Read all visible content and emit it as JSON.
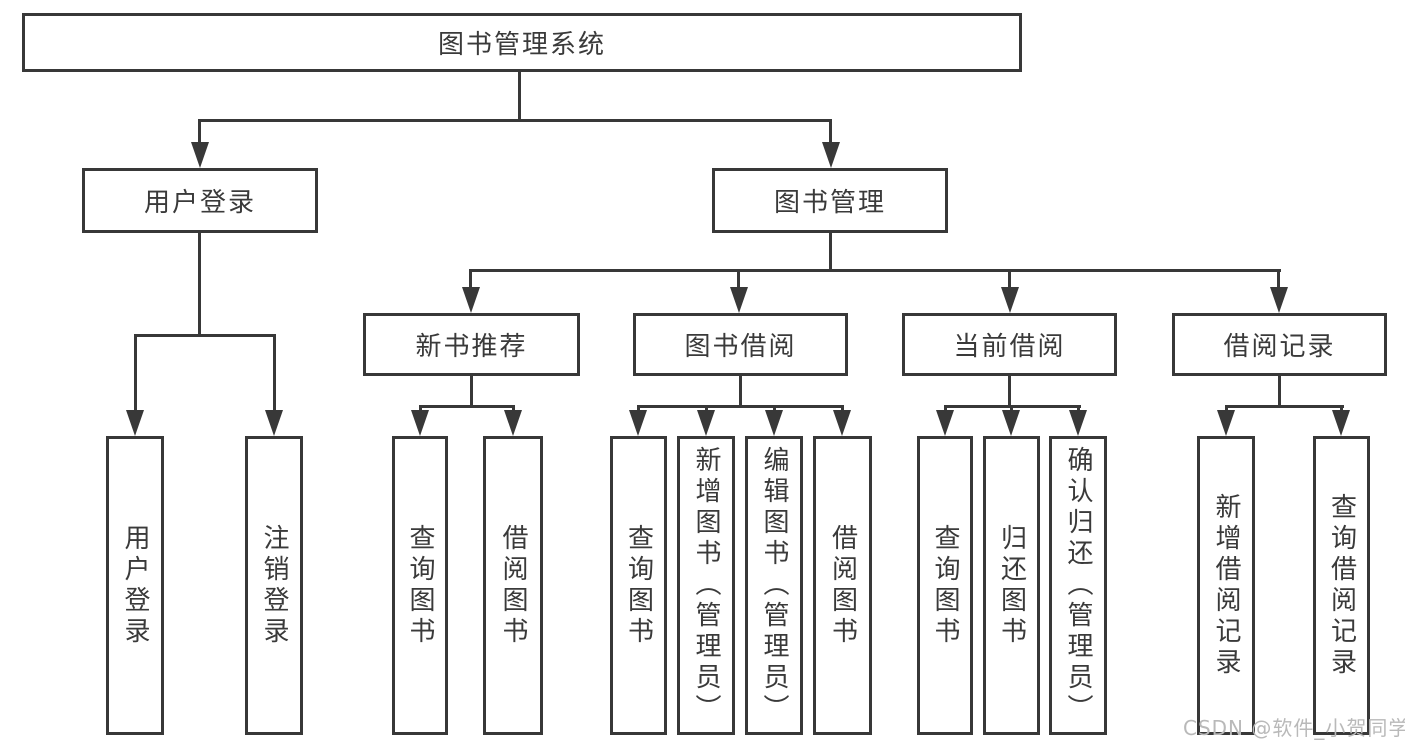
{
  "diagram_title": "图书管理系统",
  "colors": {
    "line": "#383838",
    "node_border": "#383838",
    "node_text": "#3a3a3a",
    "background": "#ffffff",
    "watermark": "#b9b9b9"
  },
  "tree": {
    "label": "图书管理系统",
    "children": [
      {
        "label": "用户登录",
        "children": [
          {
            "label": "用户登录"
          },
          {
            "label": "注销登录"
          }
        ]
      },
      {
        "label": "图书管理",
        "children": [
          {
            "label": "新书推荐",
            "children": [
              {
                "label": "查询图书"
              },
              {
                "label": "借阅图书"
              }
            ]
          },
          {
            "label": "图书借阅",
            "children": [
              {
                "label": "查询图书"
              },
              {
                "label": "新增图书（管理员）"
              },
              {
                "label": "编辑图书（管理员）"
              },
              {
                "label": "借阅图书"
              }
            ]
          },
          {
            "label": "当前借阅",
            "children": [
              {
                "label": "查询图书"
              },
              {
                "label": "归还图书"
              },
              {
                "label": "确认归还（管理员）"
              }
            ]
          },
          {
            "label": "借阅记录",
            "children": [
              {
                "label": "新增借阅记录"
              },
              {
                "label": "查询借阅记录"
              }
            ]
          }
        ]
      }
    ]
  },
  "watermark": {
    "text": "CSDN @软件_小贺同学"
  }
}
